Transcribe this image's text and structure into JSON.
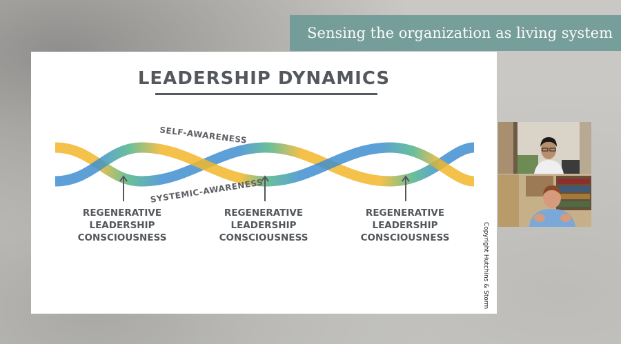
{
  "banner": {
    "title": "Sensing the organization as living system"
  },
  "slide": {
    "title": "LEADERSHIP DYNAMICS",
    "wave_labels": {
      "self": "SELF-AWARENESS",
      "systemic": "SYSTEMIC-AWARENESS"
    },
    "callouts": [
      {
        "line1": "REGENERATIVE",
        "line2": "LEADERSHIP",
        "line3": "CONSCIOUSNESS"
      },
      {
        "line1": "REGENERATIVE",
        "line2": "LEADERSHIP",
        "line3": "CONSCIOUSNESS"
      },
      {
        "line1": "REGENERATIVE",
        "line2": "LEADERSHIP",
        "line3": "CONSCIOUSNESS"
      }
    ],
    "copyright": "Copyright Hutchins & Storm",
    "colors": {
      "blue": "#3f8fd0",
      "yellow": "#f2b62b",
      "green": "#4fb38a",
      "text": "#54575b"
    }
  },
  "participants": [
    {
      "id": "participant-1",
      "icon": "person-with-glasses-thumbnail"
    },
    {
      "id": "participant-2",
      "icon": "person-speaking-thumbnail"
    }
  ]
}
